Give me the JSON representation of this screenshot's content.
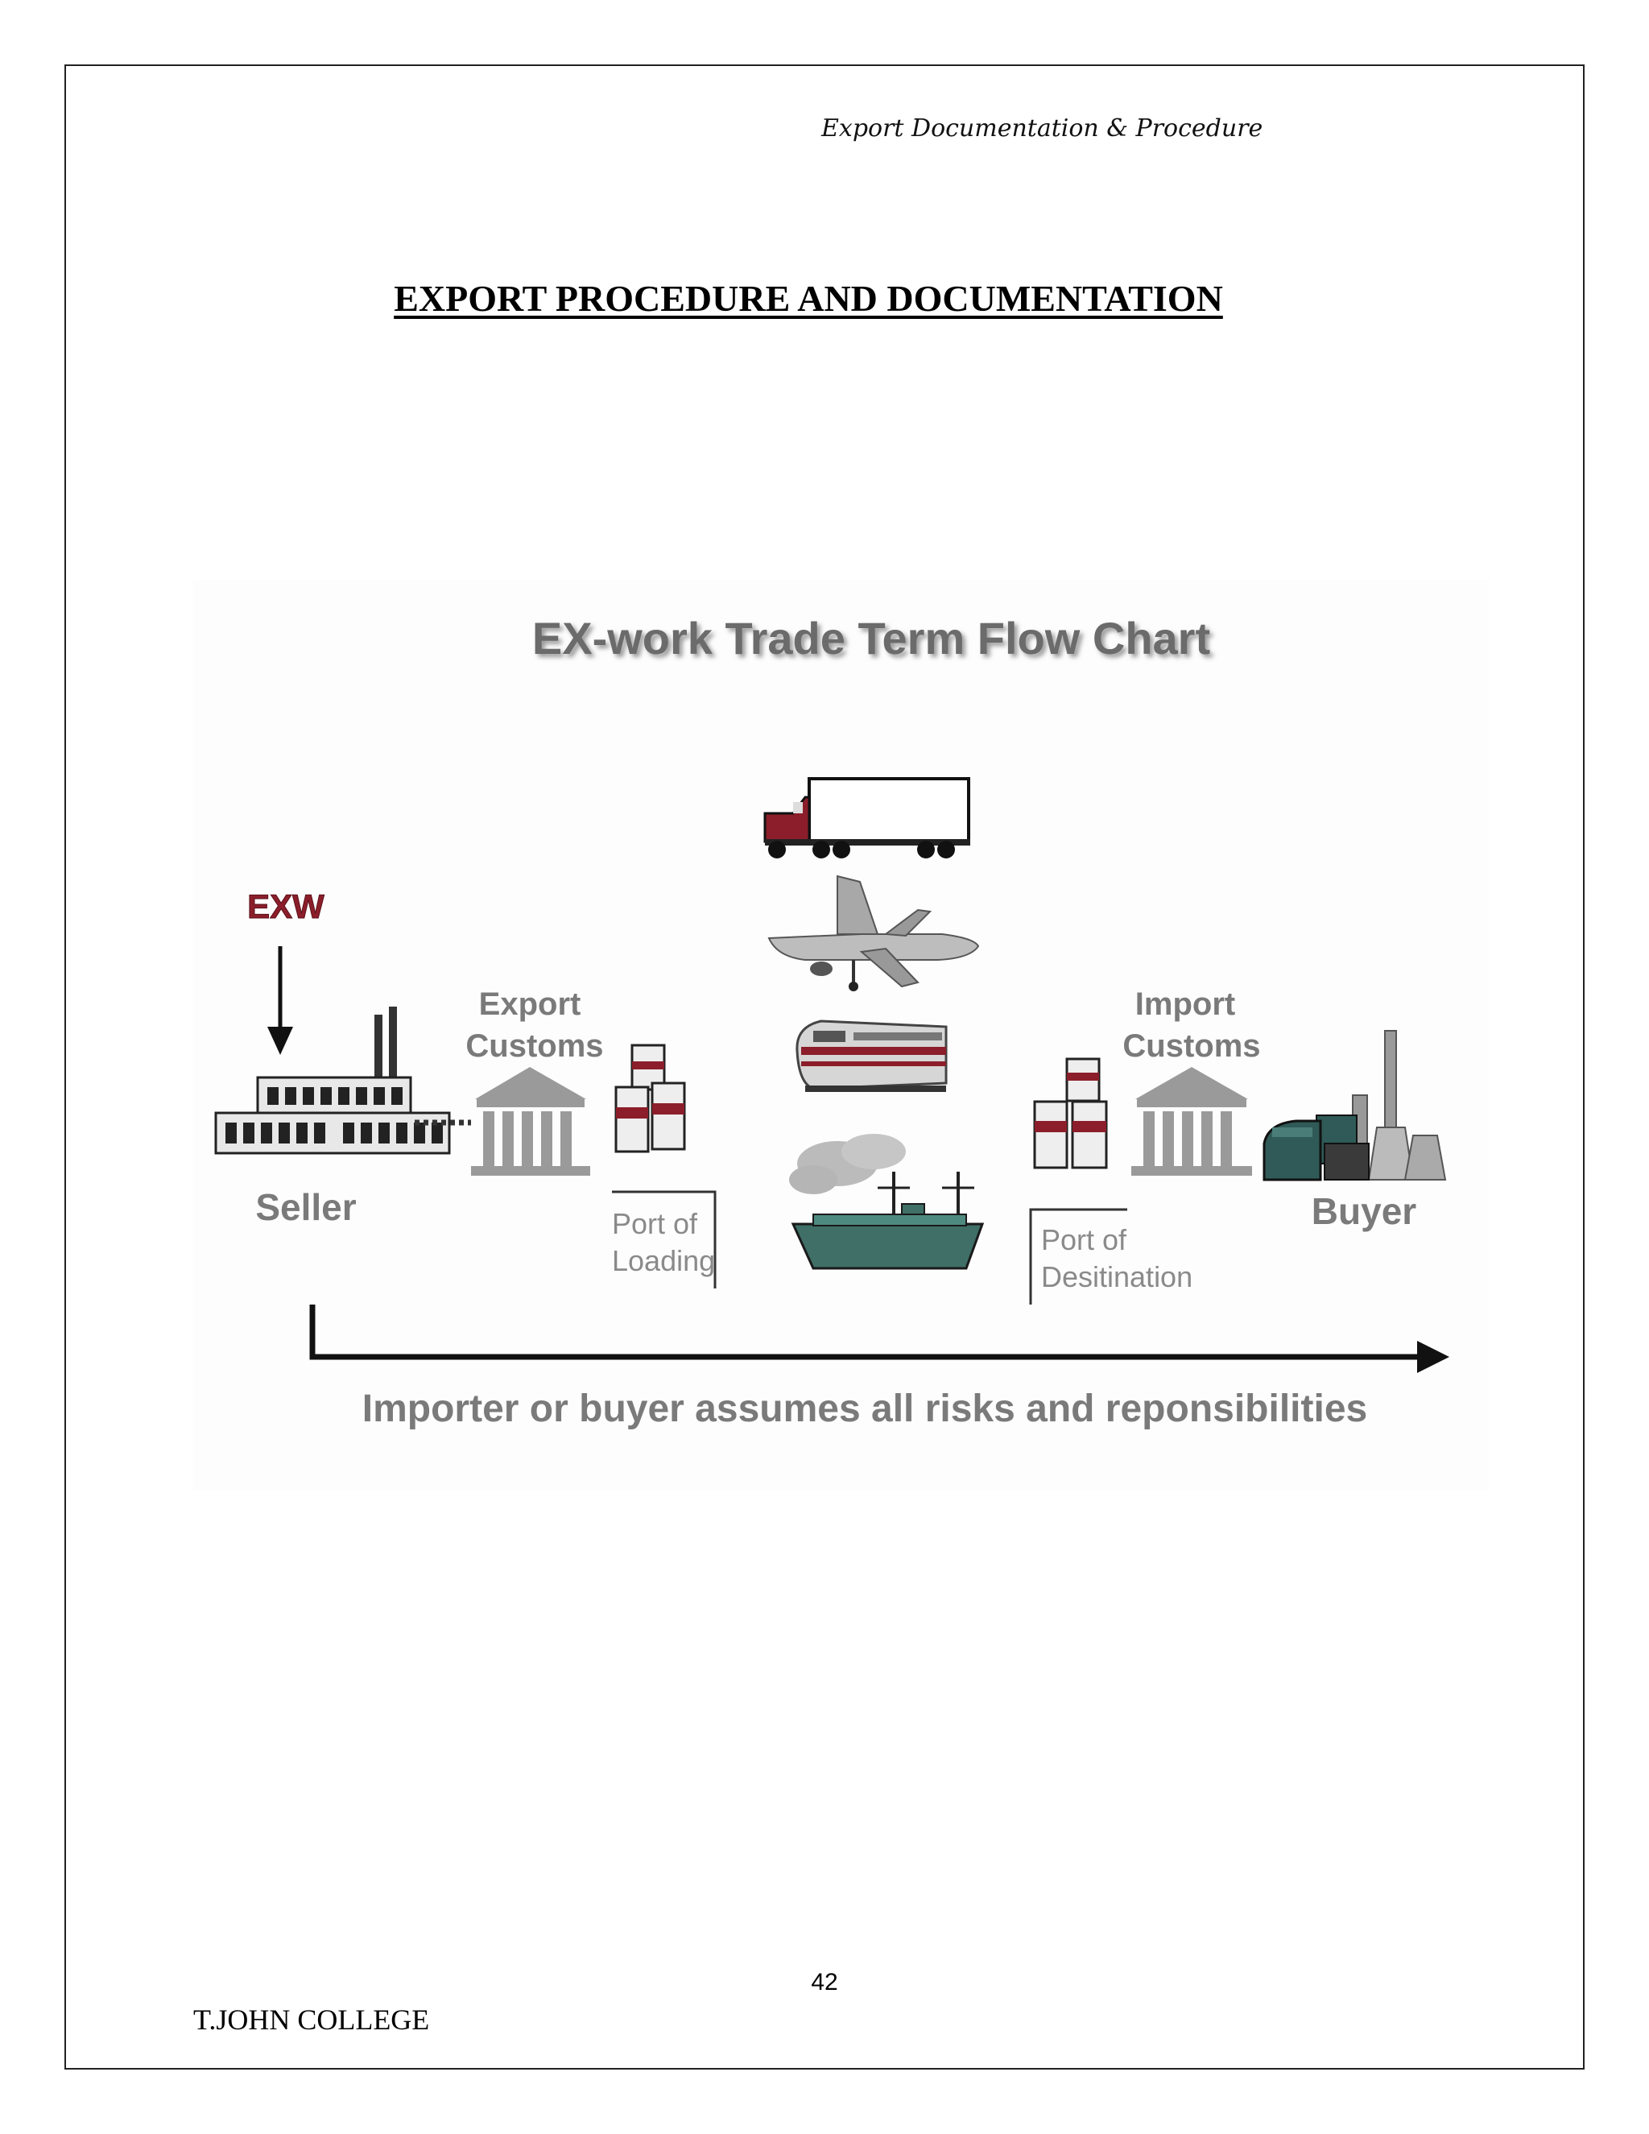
{
  "header": {
    "running_title": "Export Documentation & Procedure"
  },
  "document": {
    "title": "EXPORT PROCEDURE AND DOCUMENTATION"
  },
  "figure": {
    "title": "EX-work Trade Term Flow Chart",
    "exw_label": "EXW",
    "seller_label": "Seller",
    "export_customs_line1": "Export",
    "export_customs_line2": "Customs",
    "port_loading_line1": "Port of",
    "port_loading_line2": "Loading",
    "import_customs_line1": "Import",
    "import_customs_line2": "Customs",
    "port_destination_line1": "Port of",
    "port_destination_line2": "Desitination",
    "buyer_label": "Buyer",
    "risk_caption": "Importer or buyer assumes all risks and reponsibilities",
    "colors": {
      "maroon": "#8b1e2a",
      "text_gray": "#7a7a7a",
      "ship_teal": "#3f6f66",
      "dark": "#1a1a1a"
    }
  },
  "footer": {
    "page_number": "42",
    "college": "T.JOHN COLLEGE"
  }
}
